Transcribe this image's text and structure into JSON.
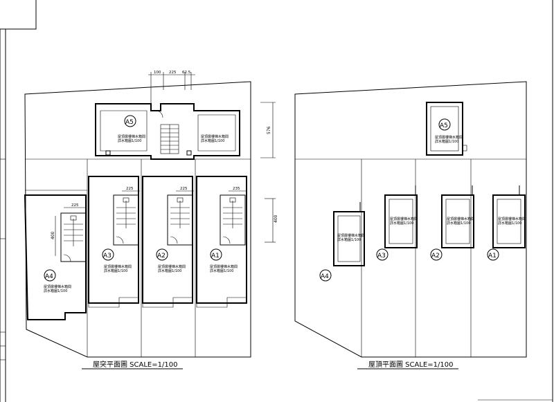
{
  "plan_left": {
    "title": "屋突平面圖 SCALE=1/100",
    "top_dims": [
      "100",
      "225",
      "62.5"
    ],
    "side_dims": [
      "576",
      "400"
    ],
    "units": [
      {
        "label": "A5",
        "note1": "屋頂層樓梯水箱間",
        "note2": "詳水箱圖1/100",
        "stair_dim": "",
        "side_dim": ""
      },
      {
        "label": "A3",
        "note1": "屋頂層樓梯水箱間",
        "note2": "詳水箱圖1/100",
        "stair_dim": "225",
        "side_dim": ""
      },
      {
        "label": "A2",
        "note1": "屋頂層樓梯水箱間",
        "note2": "詳水箱圖1/100",
        "stair_dim": "225",
        "side_dim": ""
      },
      {
        "label": "A1",
        "note1": "屋頂層樓梯水箱間",
        "note2": "詳水箱圖1/100",
        "stair_dim": "235",
        "side_dim": ""
      },
      {
        "label": "A4",
        "note1": "屋頂層樓梯水箱間",
        "note2": "詳水箱圖1/100",
        "stair_dim": "225",
        "side_dim": "400"
      }
    ]
  },
  "plan_right": {
    "title": "屋頂平面圖 SCALE=1/100",
    "units": [
      {
        "label": "A5",
        "note1": "屋頂層樓梯水箱間",
        "note2": "詳水箱圖1/100"
      },
      {
        "label": "A3",
        "note1": "屋頂層樓梯水箱間",
        "note2": "詳水箱圖1/100"
      },
      {
        "label": "A2",
        "note1": "屋頂層樓梯水箱間",
        "note2": "詳水箱圖1/100"
      },
      {
        "label": "A1",
        "note1": "屋頂層樓梯水箱間",
        "note2": "詳水箱圖1/100"
      },
      {
        "label": "A4",
        "note1": "屋頂層樓梯水箱間",
        "note2": "詳水箱圖1/100"
      }
    ]
  }
}
